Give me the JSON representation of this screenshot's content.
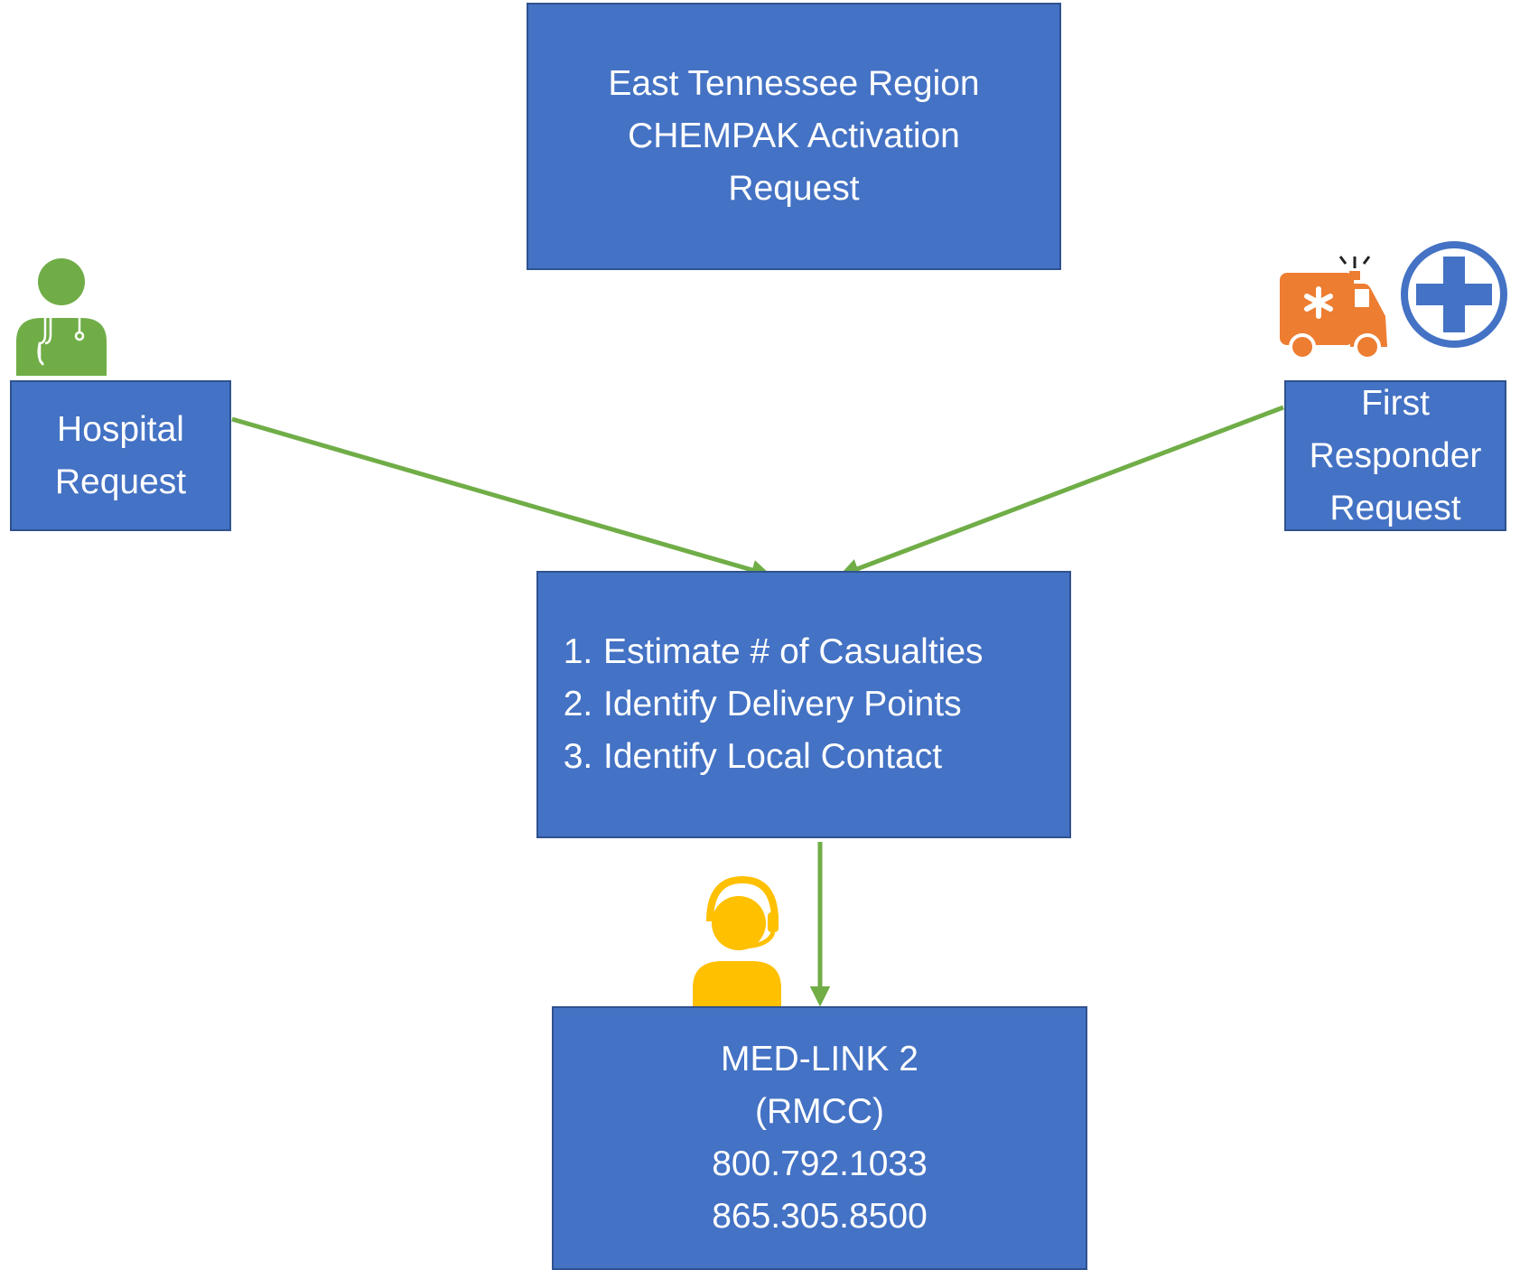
{
  "title_box": {
    "lines": [
      "East Tennessee Region",
      "CHEMPAK Activation",
      "Request"
    ]
  },
  "hospital_box": {
    "lines": [
      "Hospital",
      "Request"
    ]
  },
  "first_responder_box": {
    "lines": [
      "First",
      "Responder",
      "Request"
    ]
  },
  "steps_box": {
    "items": [
      {
        "num": "1.",
        "text": "Estimate # of Casualties"
      },
      {
        "num": "2.",
        "text": "Identify Delivery Points"
      },
      {
        "num": "3.",
        "text": "Identify Local Contact"
      }
    ]
  },
  "medlink_box": {
    "lines": [
      "MED-LINK 2",
      "(RMCC)",
      "800.792.1033",
      "865.305.8500"
    ]
  },
  "icons": {
    "hospital": "doctor-icon",
    "first_responder": [
      "ambulance-icon",
      "medical-cross-icon"
    ],
    "dispatcher": "call-center-agent-icon"
  },
  "colors": {
    "box_fill": "#4472C4",
    "box_border": "#2F528F",
    "arrow": "#70AD47",
    "doctor": "#70AD47",
    "ambulance": "#ED7D31",
    "cross": "#4472C4",
    "agent": "#FFC000"
  }
}
